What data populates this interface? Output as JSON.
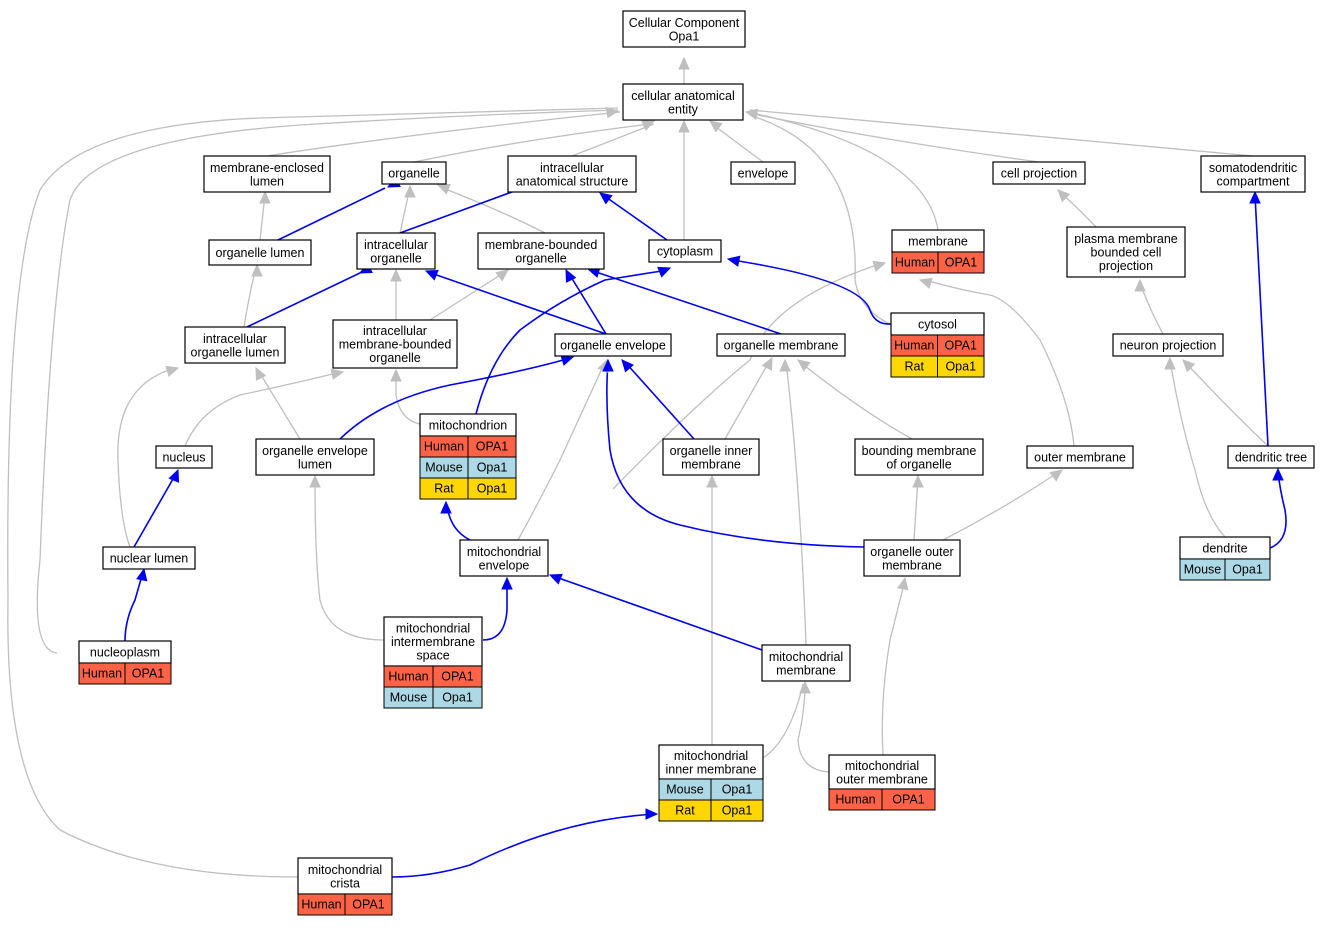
{
  "colors": {
    "human": "#ff6347",
    "mouse": "#add8e6",
    "rat": "#ffd700",
    "edge_is_a": "#bfbfbf",
    "edge_part_of": "#0000ee"
  },
  "nodes": {
    "root": {
      "lines": [
        "Cellular Component",
        "Opa1"
      ]
    },
    "cae": {
      "lines": [
        "cellular anatomical",
        "entity"
      ]
    },
    "mel": {
      "lines": [
        "membrane-enclosed",
        "lumen"
      ]
    },
    "organelle": {
      "lines": [
        "organelle"
      ]
    },
    "ias": {
      "lines": [
        "intracellular",
        "anatomical structure"
      ]
    },
    "envelope": {
      "lines": [
        "envelope"
      ]
    },
    "cellproj": {
      "lines": [
        "cell projection"
      ]
    },
    "somato": {
      "lines": [
        "somatodendritic",
        "compartment"
      ]
    },
    "orglumen": {
      "lines": [
        "organelle lumen"
      ]
    },
    "intraorg": {
      "lines": [
        "intracellular",
        "organelle"
      ]
    },
    "mbo": {
      "lines": [
        "membrane-bounded",
        "organelle"
      ]
    },
    "cytoplasm": {
      "lines": [
        "cytoplasm"
      ]
    },
    "membrane": {
      "lines": [
        "membrane"
      ],
      "species": [
        [
          "Human",
          "OPA1"
        ]
      ]
    },
    "pmbcp": {
      "lines": [
        "plasma membrane",
        "bounded cell",
        "projection"
      ]
    },
    "iol": {
      "lines": [
        "intracellular",
        "organelle lumen"
      ]
    },
    "imbo": {
      "lines": [
        "intracellular",
        "membrane-bounded",
        "organelle"
      ]
    },
    "orgenv": {
      "lines": [
        "organelle envelope"
      ]
    },
    "orgmem": {
      "lines": [
        "organelle membrane"
      ]
    },
    "cytosol": {
      "lines": [
        "cytosol"
      ],
      "species": [
        [
          "Human",
          "OPA1"
        ],
        [
          "Rat",
          "Opa1"
        ]
      ]
    },
    "neuproj": {
      "lines": [
        "neuron projection"
      ]
    },
    "nucleus": {
      "lines": [
        "nucleus"
      ]
    },
    "oel": {
      "lines": [
        "organelle envelope",
        "lumen"
      ]
    },
    "mito": {
      "lines": [
        "mitochondrion"
      ],
      "species": [
        [
          "Human",
          "OPA1"
        ],
        [
          "Mouse",
          "Opa1"
        ],
        [
          "Rat",
          "Opa1"
        ]
      ]
    },
    "oim": {
      "lines": [
        "organelle inner",
        "membrane"
      ]
    },
    "bmo": {
      "lines": [
        "bounding membrane",
        "of organelle"
      ]
    },
    "outermem": {
      "lines": [
        "outer membrane"
      ]
    },
    "dendtree": {
      "lines": [
        "dendritic tree"
      ]
    },
    "nuclumen": {
      "lines": [
        "nuclear lumen"
      ]
    },
    "mitoenv": {
      "lines": [
        "mitochondrial",
        "envelope"
      ]
    },
    "oom": {
      "lines": [
        "organelle outer",
        "membrane"
      ]
    },
    "dendrite": {
      "lines": [
        "dendrite"
      ],
      "species": [
        [
          "Mouse",
          "Opa1"
        ]
      ]
    },
    "nucleoplasm": {
      "lines": [
        "nucleoplasm"
      ],
      "species": [
        [
          "Human",
          "OPA1"
        ]
      ]
    },
    "mis": {
      "lines": [
        "mitochondrial",
        "intermembrane",
        "space"
      ],
      "species": [
        [
          "Human",
          "OPA1"
        ],
        [
          "Mouse",
          "Opa1"
        ]
      ]
    },
    "mitomem": {
      "lines": [
        "mitochondrial",
        "membrane"
      ]
    },
    "mim": {
      "lines": [
        "mitochondrial",
        "inner membrane"
      ],
      "species": [
        [
          "Mouse",
          "Opa1"
        ],
        [
          "Rat",
          "Opa1"
        ]
      ]
    },
    "mom": {
      "lines": [
        "mitochondrial",
        "outer membrane"
      ],
      "species": [
        [
          "Human",
          "OPA1"
        ]
      ]
    },
    "crista": {
      "lines": [
        "mitochondrial",
        "crista"
      ],
      "species": [
        [
          "Human",
          "OPA1"
        ]
      ]
    }
  }
}
